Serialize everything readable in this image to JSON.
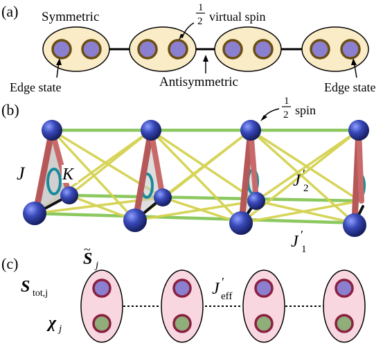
{
  "panel_a": {
    "tag": "(a)",
    "symmetric": "Symmetric",
    "virtual_spin_num": "1",
    "virtual_spin_den": "2",
    "virtual_spin_text": "virtual spin",
    "edge_left": "Edge state",
    "antisymmetric": "Antisymmetric",
    "edge_right": "Edge state"
  },
  "panel_b": {
    "tag": "(b)",
    "spin_num": "1",
    "spin_den": "2",
    "spin_text": "spin",
    "J": "J",
    "K": "K",
    "J2": "J",
    "J2_prime": "′",
    "J2_sub": "2",
    "J1": "J",
    "J1_prime": "′",
    "J1_sub": "1"
  },
  "panel_c": {
    "tag": "(c)",
    "s_tilde": "S",
    "s_tilde_tilde": "~",
    "s_tilde_sub": "j",
    "s_tot": "S",
    "s_tot_sub": "tot,j",
    "chi": "χ",
    "chi_sub": "j",
    "j_eff": "J",
    "j_eff_prime": "′",
    "j_eff_sub": "eff"
  },
  "colors": {
    "ellipse_a": "#fbecc8",
    "site_purple": "#8b7fd0",
    "site_brown_border": "#7a5a10",
    "ellipse_c": "#f9d7e0",
    "site_green": "#8fae7a",
    "site_c_border": "#8a2040",
    "ball_blue": "#3344aa",
    "rung_pink": "#c86464",
    "leg_green": "#8cc860",
    "diag_yellow": "#d8d860"
  }
}
